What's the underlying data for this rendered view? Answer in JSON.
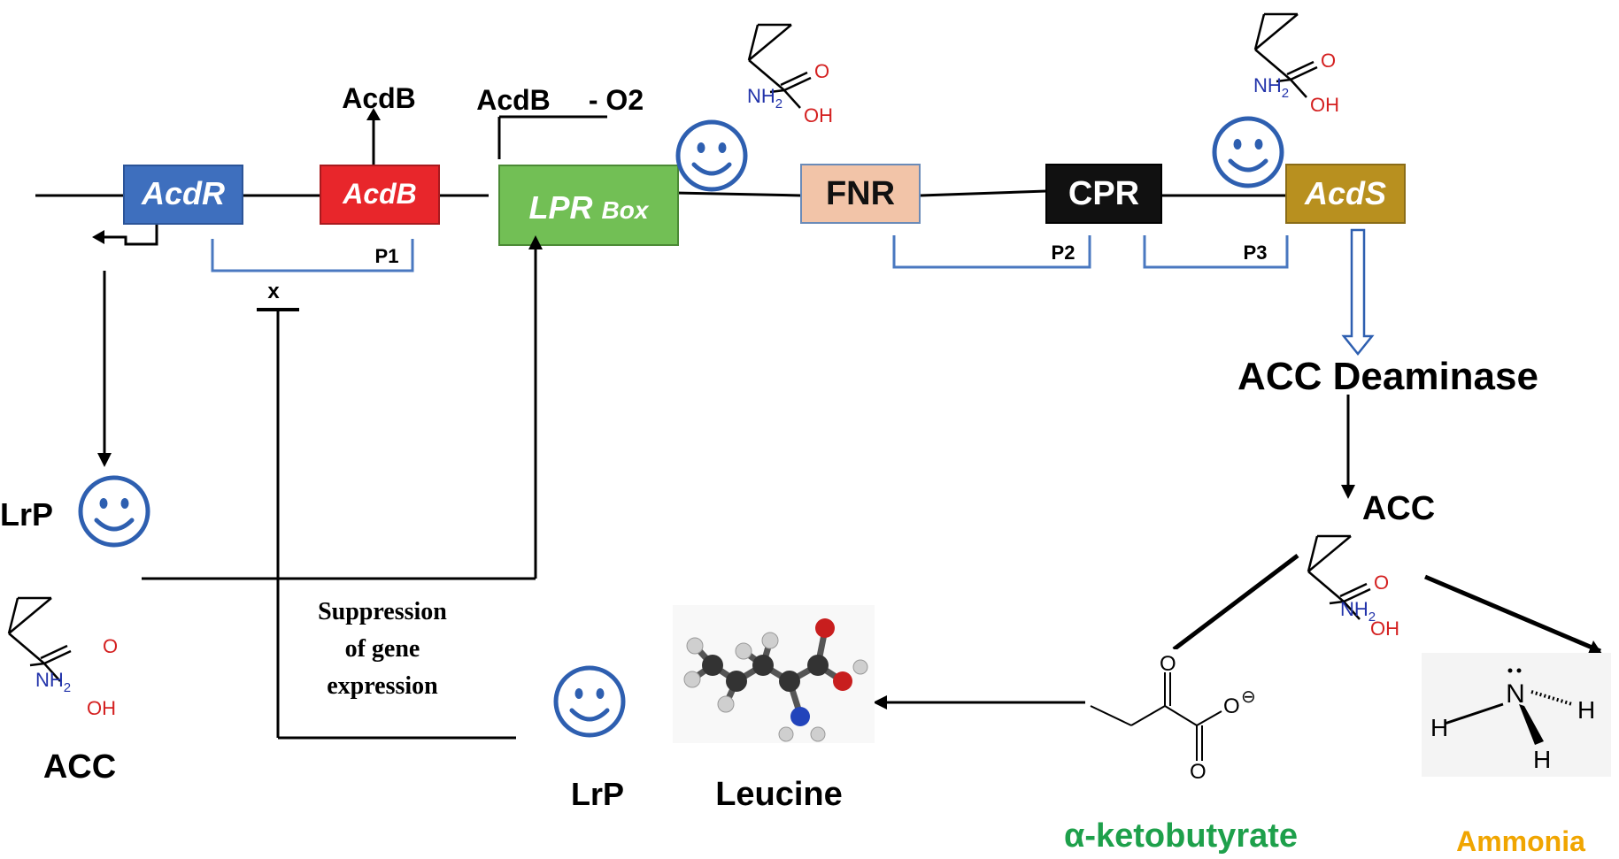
{
  "genes": {
    "acdr": "AcdR",
    "acdb": "AcdB",
    "lpr_main": "LPR",
    "lpr_sub": "Box",
    "fnr": "FNR",
    "cpr": "CPR",
    "acds": "AcdS"
  },
  "promoters": {
    "p1": "P1",
    "p2": "P2",
    "p3": "P3"
  },
  "labels": {
    "acdb_product": "AcdB",
    "acdb_o2_left": "AcdB",
    "acdb_o2_right": "- O2",
    "inhibit_x": "x",
    "lrp_left": "LrP",
    "lrp_bottom": "LrP",
    "acc_left": "ACC",
    "acc_right": "ACC",
    "acc_deaminase": "ACC Deaminase",
    "leucine": "Leucine",
    "ketobutyrate": "α-ketobutyrate",
    "ammonia": "Ammonia",
    "suppression_line1": "Suppression",
    "suppression_line2": "of gene",
    "suppression_line3": "expression"
  },
  "molecule_atoms": {
    "o": "O",
    "nh": "NH",
    "sub2": "2",
    "oh": "OH",
    "n": "N",
    "h": "H",
    "o_minus": "O",
    "minus": "⊖"
  },
  "colors": {
    "acdr": "#3e6fbe",
    "acdb": "#e8262b",
    "lpr": "#72bf55",
    "fnr": "#f2c4a8",
    "cpr": "#111111",
    "acds": "#b8901f",
    "promoter_bracket": "#4a78c0",
    "smiley": "#2e5fb0",
    "ketobutyrate": "#1ea04b",
    "ammonia": "#f0a500",
    "oxygen": "#d42020",
    "nitrogen": "#2233aa"
  },
  "icons": [
    "smiley-face-icon",
    "acc-molecule-icon",
    "leucine-3d-model-icon",
    "ketobutyrate-structure-icon",
    "ammonia-structure-icon"
  ]
}
